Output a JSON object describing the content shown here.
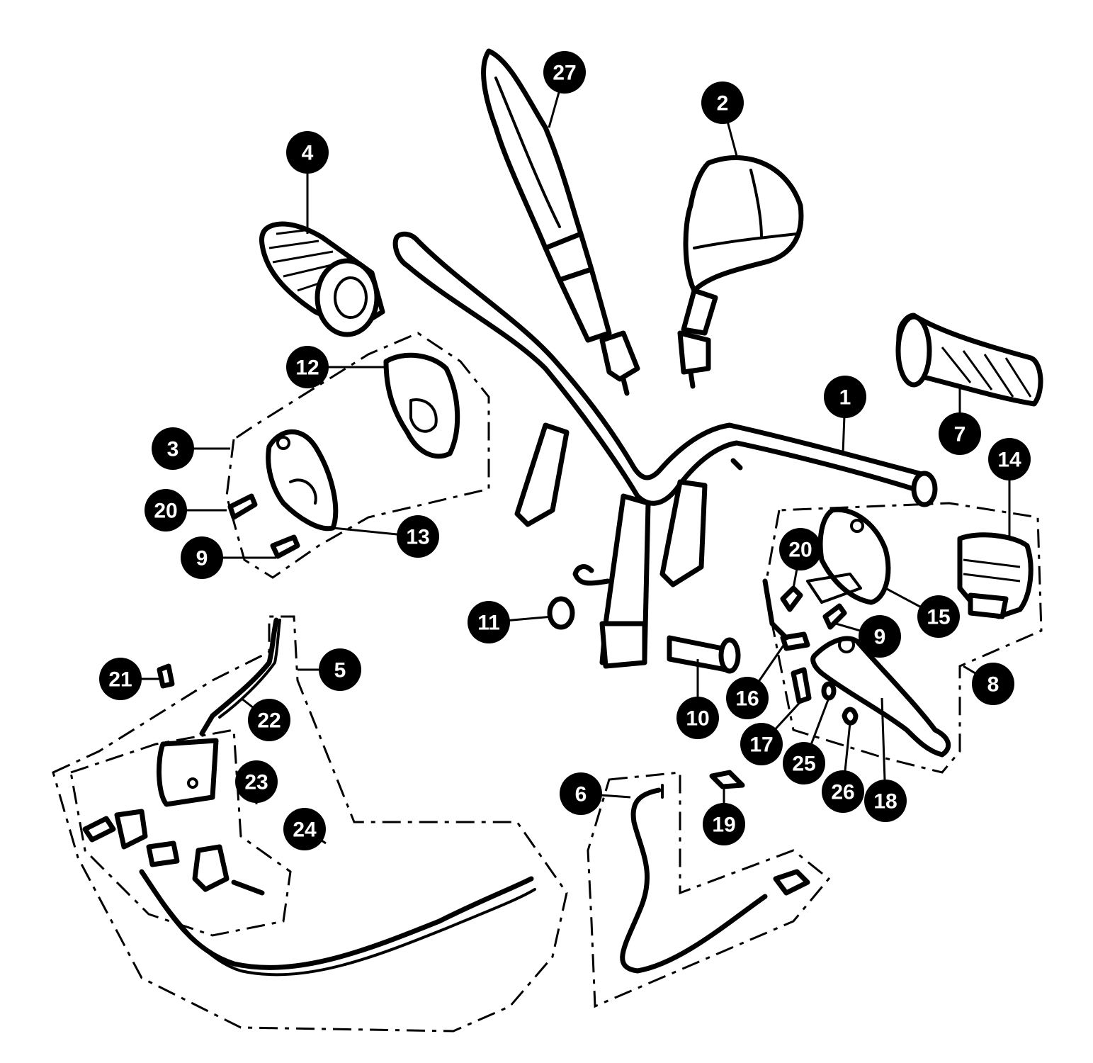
{
  "callouts": [
    "27",
    "2",
    "4",
    "12",
    "3",
    "20",
    "13",
    "9",
    "1",
    "7",
    "14",
    "20",
    "15",
    "9",
    "11",
    "10",
    "16",
    "17",
    "25",
    "26",
    "18",
    "8",
    "21",
    "5",
    "22",
    "23",
    "24",
    "6",
    "19"
  ],
  "colors": {
    "ink": "#000000",
    "paper": "#ffffff"
  }
}
